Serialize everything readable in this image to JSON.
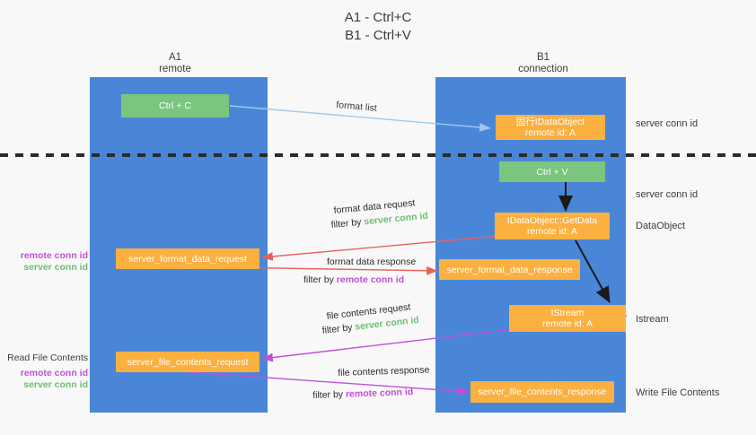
{
  "title": "A1 - Ctrl+C\nB1 - Ctrl+V",
  "columns": {
    "left": {
      "header": "A1\nremote"
    },
    "right": {
      "header": "B1\nconnection"
    }
  },
  "nodes": {
    "ctrl_c": "Ctrl + C",
    "ctrl_v": "Ctrl + V",
    "idataobject": "固行IDataObject\nremote id: A",
    "getdata": "IDataObject::GetData\nremote id: A",
    "istream": "IStream\nremote id: A",
    "server_format_data_request": "server_format_data_request",
    "server_format_data_response": "server_format_data_response",
    "server_file_contents_request": "server_file_contents_request",
    "server_file_contents_response": "server_file_contents_response"
  },
  "right_labels": {
    "server_conn_id_top": "server conn id",
    "server_conn_id_mid": "server conn id",
    "dataobject": "DataObject",
    "istream": "Istream",
    "write_file_contents": "Write File Contents"
  },
  "left_labels": {
    "format_remote": "remote conn id",
    "format_server": "server conn id",
    "read_file_contents": "Read File Contents",
    "file_remote": "remote conn id",
    "file_server": "server conn id"
  },
  "flow_labels": {
    "format_list": "format list",
    "format_data_request": "format data request",
    "format_data_request_filter_pre": "filter by ",
    "format_data_request_filter_key": "server conn id",
    "format_data_response": "format data response",
    "format_data_response_filter_pre": "filter by ",
    "format_data_response_filter_key": "remote conn id",
    "file_contents_request": "file contents request",
    "file_contents_request_filter_pre": "filter by ",
    "file_contents_request_filter_key": "server conn id",
    "file_contents_response": "file contents response",
    "file_contents_response_filter_pre": "filter by ",
    "file_contents_response_filter_key": "remote conn id"
  },
  "colors": {
    "column_blue": "#4a86d8",
    "node_orange": "#fbb040",
    "node_green": "#7bc57e",
    "arrow_lightblue": "#9fc8ec",
    "arrow_red": "#e8625a",
    "arrow_magenta": "#c050d8",
    "arrow_black": "#1a1a1a",
    "text_green": "#6cbf73",
    "text_purple": "#c050d8",
    "background": "#f8f8f8"
  }
}
